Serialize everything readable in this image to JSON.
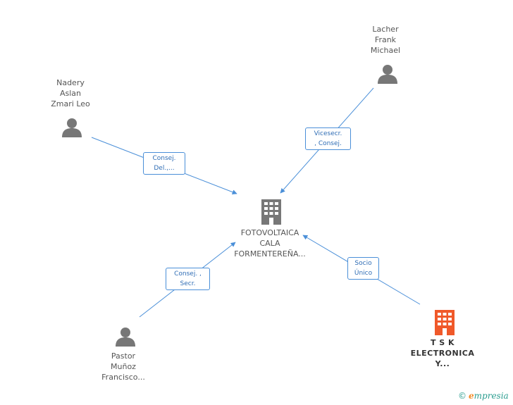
{
  "center": {
    "lines": [
      "FOTOVOLTAICA",
      "CALA",
      "FORMENTEREÑA..."
    ],
    "icon": "building-icon",
    "color": "#777777"
  },
  "people": [
    {
      "id": "nadery",
      "lines": [
        "Nadery",
        "Aslan",
        "Zmari Leo"
      ],
      "icon": "person-icon"
    },
    {
      "id": "lacher",
      "lines": [
        "Lacher",
        "Frank",
        "Michael"
      ],
      "icon": "person-icon"
    },
    {
      "id": "pastor",
      "lines": [
        "Pastor",
        "Muñoz",
        "Francisco..."
      ],
      "icon": "person-icon"
    }
  ],
  "company": {
    "lines": [
      "T S K",
      "ELECTRONICA",
      "Y..."
    ],
    "icon": "building-icon",
    "color": "#f0592a"
  },
  "edges": [
    {
      "from": "nadery",
      "lines": [
        "Consej.",
        "Del.,..."
      ]
    },
    {
      "from": "lacher",
      "lines": [
        "Vicesecr.",
        ", Consej."
      ]
    },
    {
      "from": "pastor",
      "lines": [
        "Consej. ,",
        "Secr."
      ]
    },
    {
      "from": "tsk",
      "lines": [
        "Socio",
        "Único"
      ]
    }
  ],
  "colors": {
    "edge": "#4a8fd8",
    "person": "#777777"
  },
  "brand": {
    "copyright": "©",
    "e": "e",
    "rest": "mpresia"
  }
}
